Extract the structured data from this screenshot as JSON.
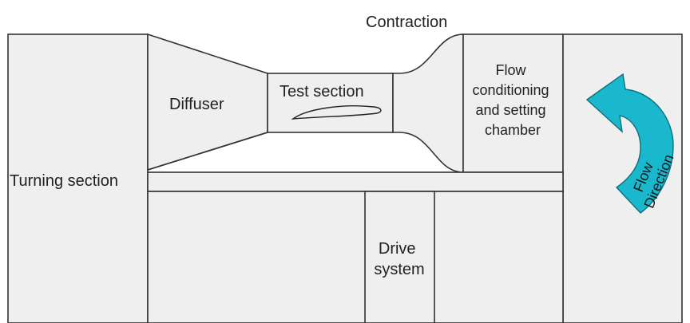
{
  "labels": {
    "contraction": "Contraction",
    "diffuser": "Diffuser",
    "test_section": "Test section",
    "flow_conditioning": [
      "Flow",
      "conditioning",
      "and setting",
      "chamber"
    ],
    "turning_section": "Turning section",
    "drive_system": [
      "Drive",
      "system"
    ],
    "flow_direction": [
      "Flow",
      "Direction"
    ]
  },
  "colors": {
    "arrow_fill": "#1ab8cc",
    "arrow_stroke": "#0e6f7e",
    "region_fill": "#efefef",
    "line": "#333333"
  },
  "icons": {
    "airfoil": "airfoil-model-icon",
    "flow_arrow": "curved-flow-arrow-icon"
  }
}
